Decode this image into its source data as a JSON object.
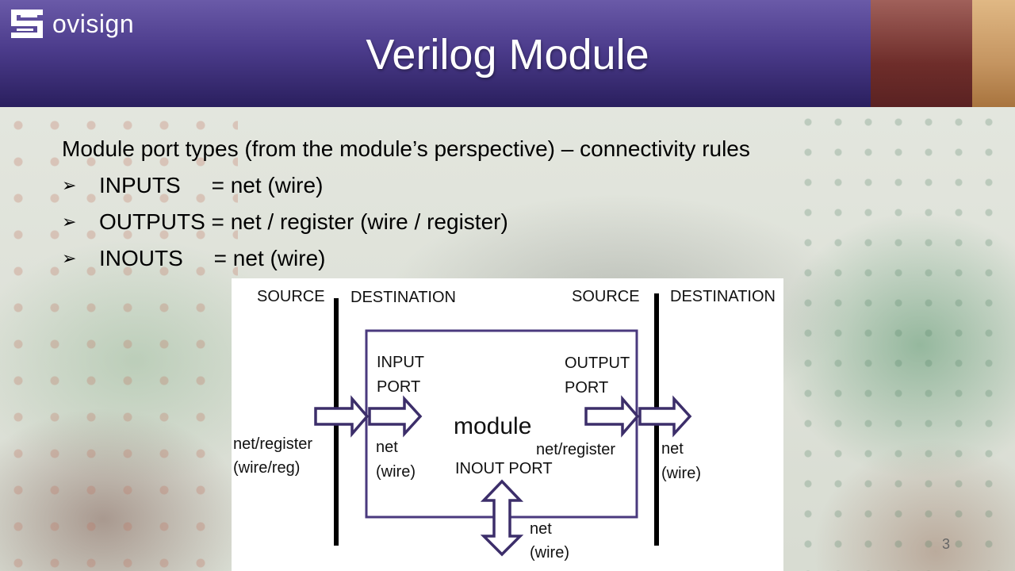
{
  "brand": {
    "name": "ovisign"
  },
  "slide": {
    "title": "Verilog Module",
    "intro": "Module port types (from the module’s perspective) – connectivity rules",
    "bullets": [
      {
        "label": "INPUTS     = net (wire)"
      },
      {
        "label": "OUTPUTS = net / register (wire / register)"
      },
      {
        "label": "INOUTS     = net (wire)"
      }
    ],
    "bullet_icon": "arrowhead-bullet-icon",
    "page_number": "3"
  },
  "diagram": {
    "source_left": "SOURCE",
    "destination_left": "DESTINATION",
    "source_right": "SOURCE",
    "destination_right": "DESTINATION",
    "input_port_line1": "INPUT",
    "input_port_line2": "PORT",
    "output_port_line1": "OUTPUT",
    "output_port_line2": "PORT",
    "module": "module",
    "left_outer_line1": "net/register",
    "left_outer_line2": "(wire/reg)",
    "input_inner_line1": "net",
    "input_inner_line2": "(wire)",
    "output_inner": "net/register",
    "inout_port": "INOUT PORT",
    "right_outer_line1": "net",
    "right_outer_line2": "(wire)",
    "inout_line1": "net",
    "inout_line2": "(wire)",
    "colors": {
      "arrow": "#3c2e6a",
      "box": "#4a3a7e",
      "bar": "#000000"
    }
  }
}
